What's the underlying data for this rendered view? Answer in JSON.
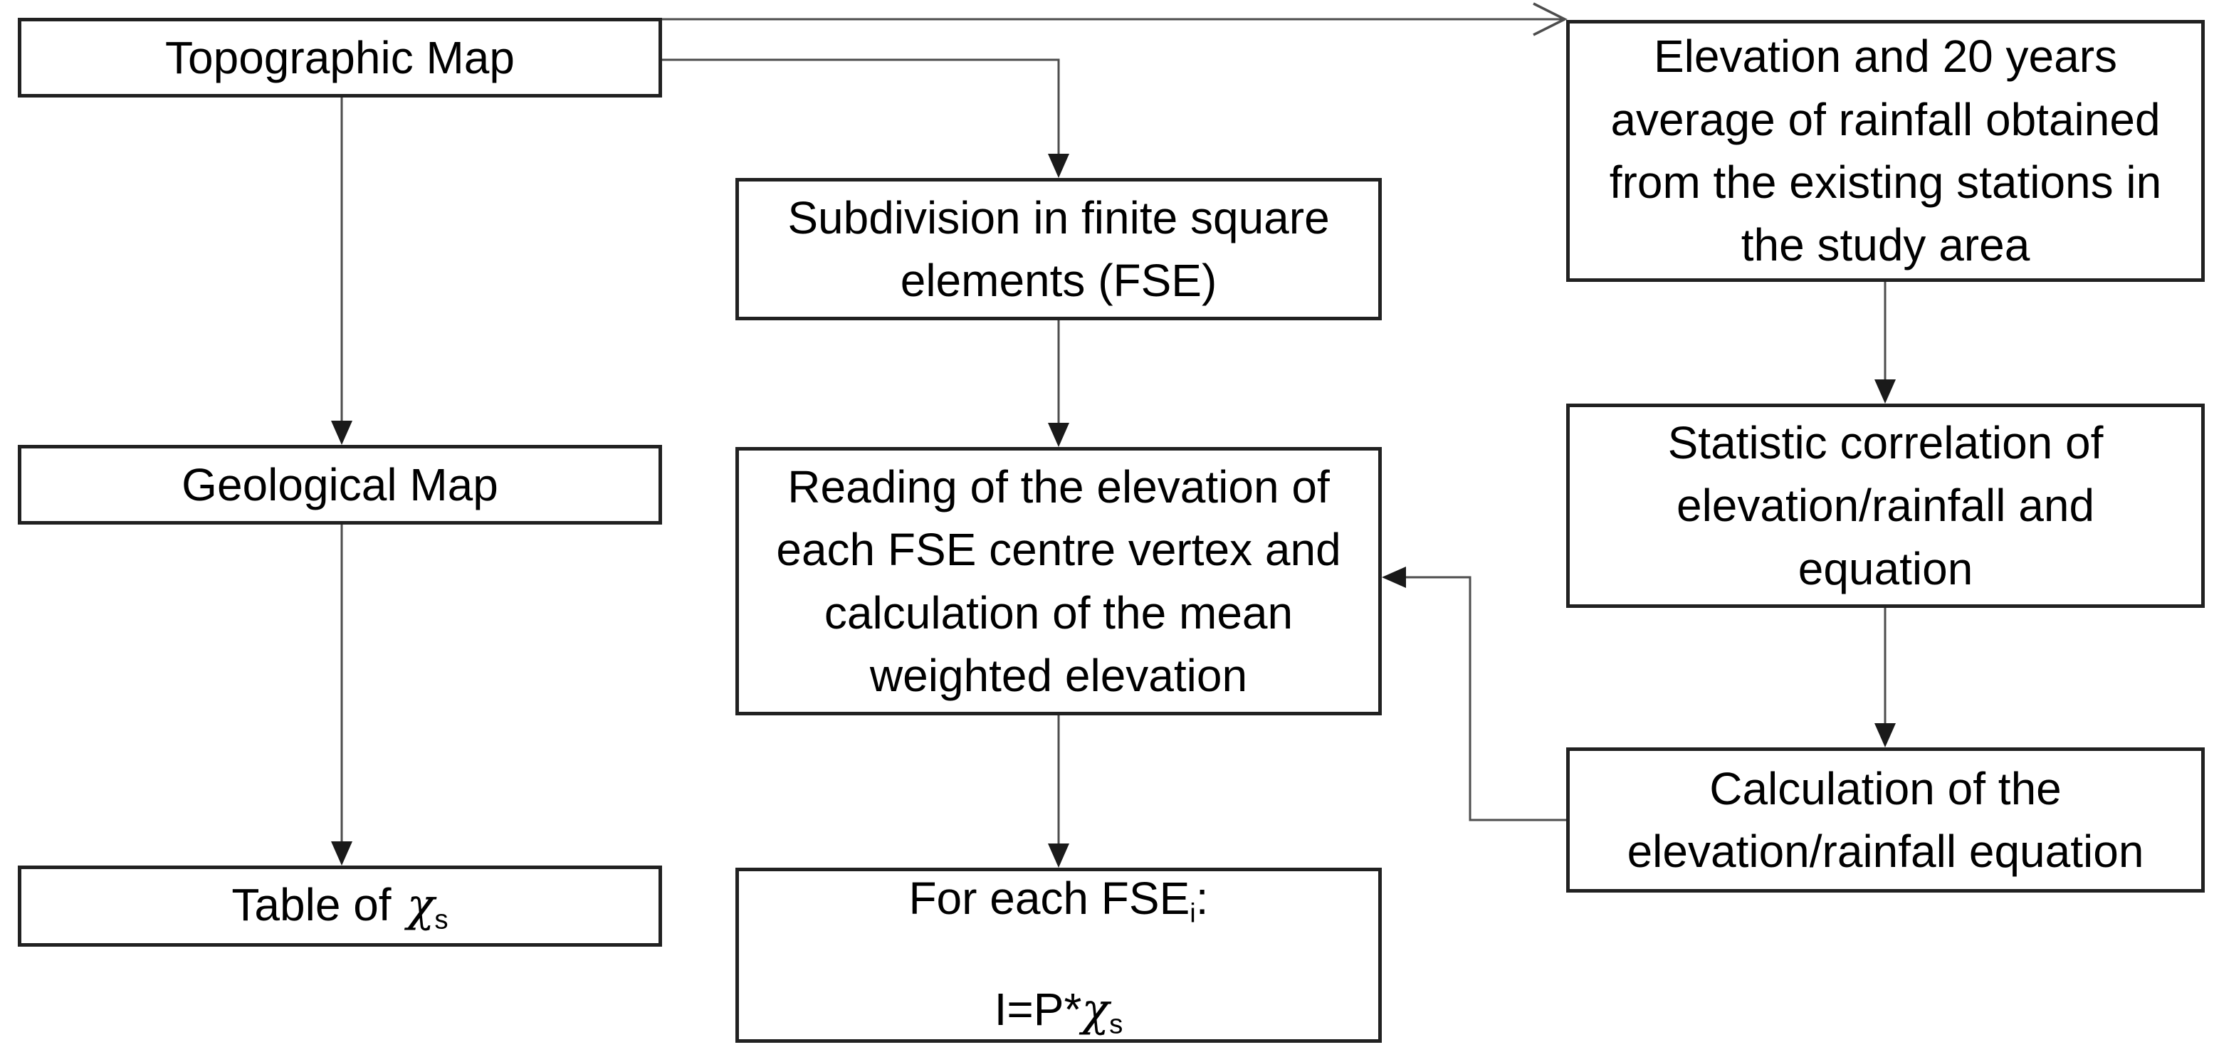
{
  "colors": {
    "box_border": "#212121",
    "connector_line": "#4d4d4d",
    "arrowhead": "#1a1a1a",
    "background": "#ffffff",
    "text": "#000000"
  },
  "boxes": {
    "topographic_map": {
      "label": "Topographic Map"
    },
    "geological_map": {
      "label": "Geological Map"
    },
    "table_of_chi": {
      "pre": "Table of",
      "symbol": "χ",
      "sub": "s"
    },
    "subdivision_fse": {
      "lines": [
        "Subdivision in finite square",
        "elements (FSE)"
      ]
    },
    "reading_elevation": {
      "lines": [
        "Reading of the elevation of",
        "each FSE centre vertex and",
        "calculation of the mean",
        "weighted elevation"
      ]
    },
    "for_each_fse": {
      "line1_pre": "For each FSE",
      "line1_sub": "i",
      "line1_post": ":",
      "line2_pre": "I=P*",
      "line2_symbol": "χ",
      "line2_sub": "s"
    },
    "elevation_rainfall": {
      "lines": [
        "Elevation and 20 years",
        "average of rainfall obtained",
        "from the existing stations in",
        "the study area"
      ]
    },
    "statistic_correlation": {
      "lines": [
        "Statistic correlation of",
        "elevation/rainfall and",
        "equation"
      ]
    },
    "calculation_equation": {
      "lines": [
        "Calculation of the",
        "elevation/rainfall equation"
      ]
    }
  }
}
